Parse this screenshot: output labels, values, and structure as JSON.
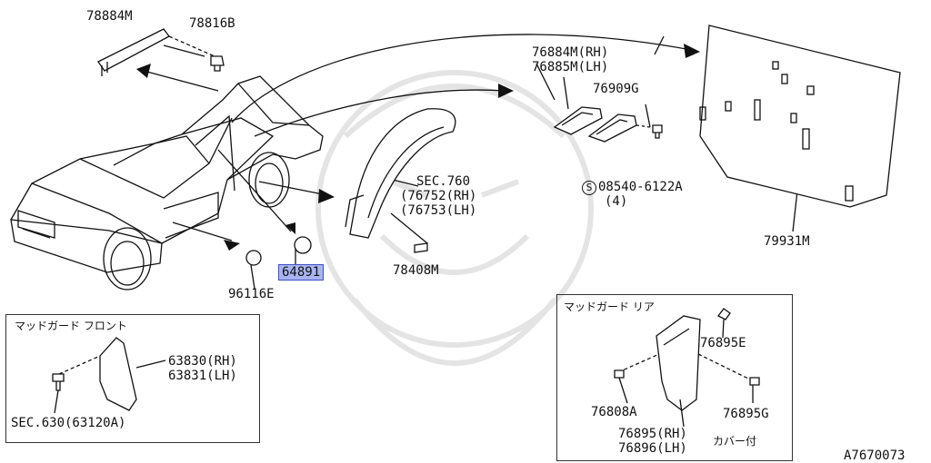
{
  "diagram_id": "A7670073",
  "parts": {
    "p78884M": "78884M",
    "p78816B": "78816B",
    "p76884M": "76884M(RH)",
    "p76885M": "76885M(LH)",
    "p76909G": "76909G",
    "sec760": "SEC.760",
    "p76752": "(76752(RH)",
    "p76753": "(76753(LH)",
    "p08540": "08540-6122A",
    "p08540_qty": "(4)",
    "p79931M": "79931M",
    "p78408M": "78408M",
    "p64891": "64891",
    "p96116E": "96116E"
  },
  "front_box": {
    "title": "マッドガード フロント",
    "p63830": "63830(RH)",
    "p63831": "63831(LH)",
    "sec630": "SEC.630(63120A)"
  },
  "rear_box": {
    "title": "マッドガード リア",
    "p76895E": "76895E",
    "p76808A": "76808A",
    "p76895G": "76895G",
    "p76895": "76895(RH)",
    "p76896": "76896(LH)",
    "cover_note": "カバー付"
  },
  "screw_symbol": "S",
  "colors": {
    "line": "#111111",
    "highlight": "#a9b4ee",
    "highlight_border": "#3e50c8",
    "watermark": "#e6e6e6"
  }
}
